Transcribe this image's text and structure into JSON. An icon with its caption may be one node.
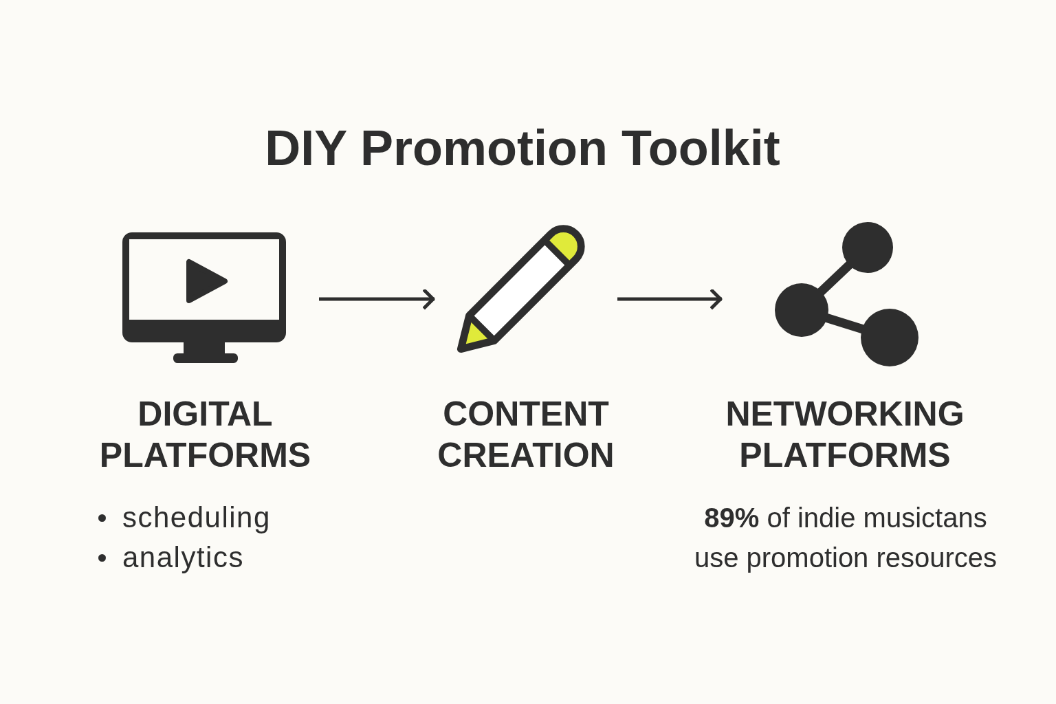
{
  "diagram": {
    "title": "DIY Promotion Toolkit",
    "nodes": [
      {
        "text": [
          "DIGITAL PLATFORMS"
        ],
        "beside": [
          "scheduling",
          "analytics"
        ]
      },
      {
        "text": [
          "CONTENT CREATION"
        ]
      },
      {
        "text": [
          "NETWORKING PLATFORMS"
        ],
        "beside": [
          "**89%** of indie musictans use promotion resources"
        ]
      }
    ],
    "edges": [
      {
        "from": 0,
        "to": 1,
        "arrow": "to"
      },
      {
        "from": 1,
        "to": 2,
        "arrow": "to"
      }
    ]
  }
}
